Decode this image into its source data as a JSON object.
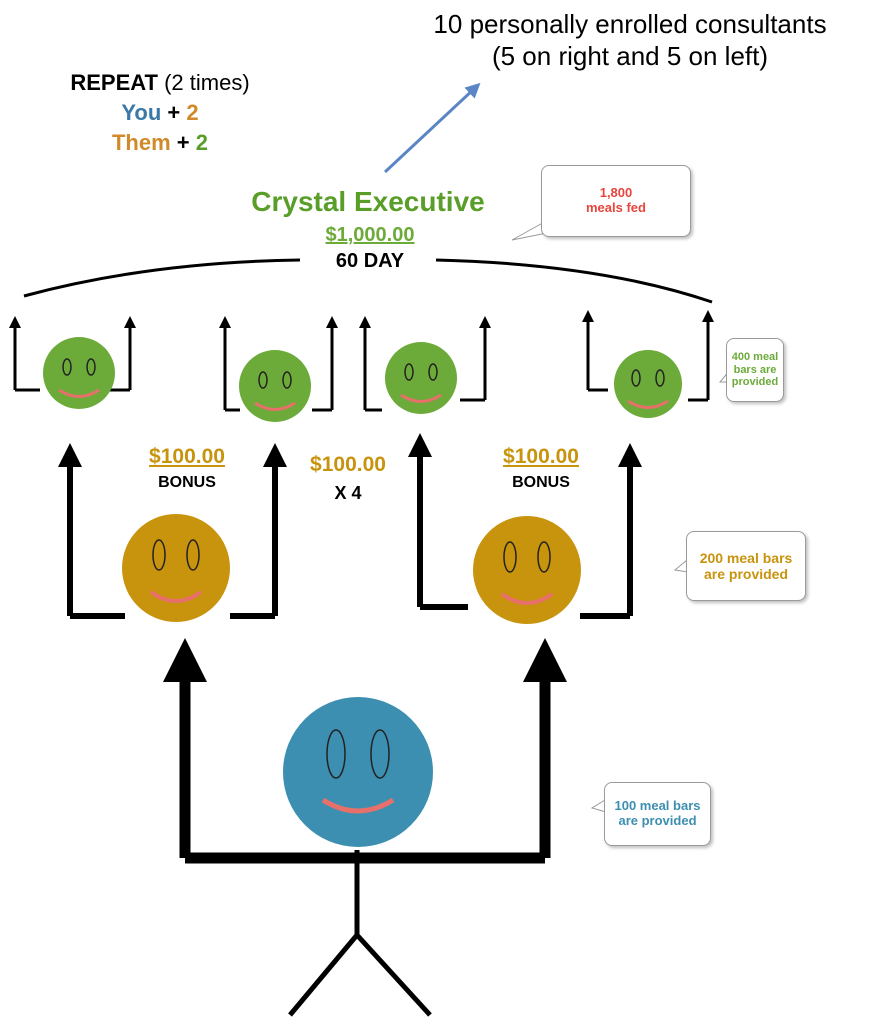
{
  "top_note": {
    "line1": "10 personally enrolled consultants",
    "line2": "(5 on right and 5 on left)"
  },
  "repeat_block": {
    "repeat_word": "REPEAT",
    "repeat_detail": "(2 times)",
    "you_word": "You",
    "you_op": "+",
    "you_count": "2",
    "them_word": "Them",
    "them_op": "+",
    "them_count": "2"
  },
  "rank": {
    "title": "Crystal Executive",
    "amount": "$1,000.00",
    "period": "60 DAY"
  },
  "bonuses": {
    "left": {
      "amount": "$100.00",
      "label": "BONUS"
    },
    "middle": {
      "amount": "$100.00",
      "label": "X 4"
    },
    "right": {
      "amount": "$100.00",
      "label": "BONUS"
    }
  },
  "callouts": {
    "meals_fed": {
      "line1": "1,800",
      "line2": "meals fed"
    },
    "level3": {
      "line1": "400 meal",
      "line2": "bars are",
      "line3": "provided"
    },
    "level2": {
      "line1": "200 meal bars",
      "line2": "are provided"
    },
    "level1": {
      "line1": "100 meal bars",
      "line2": "are provided"
    }
  },
  "colors": {
    "you_blue": "#3b79a8",
    "them_orange": "#d08a2a",
    "green": "#5a9e2a",
    "gold_face": "#c8930d",
    "blue_face": "#3c8fb0",
    "green_face": "#6cab3a",
    "smile": "#e8706a",
    "red_text": "#e8453c",
    "arrow_blue": "#5b86c5"
  },
  "icons": [
    "smiley-face-icon",
    "up-arrow-icon",
    "stick-figure-icon"
  ]
}
